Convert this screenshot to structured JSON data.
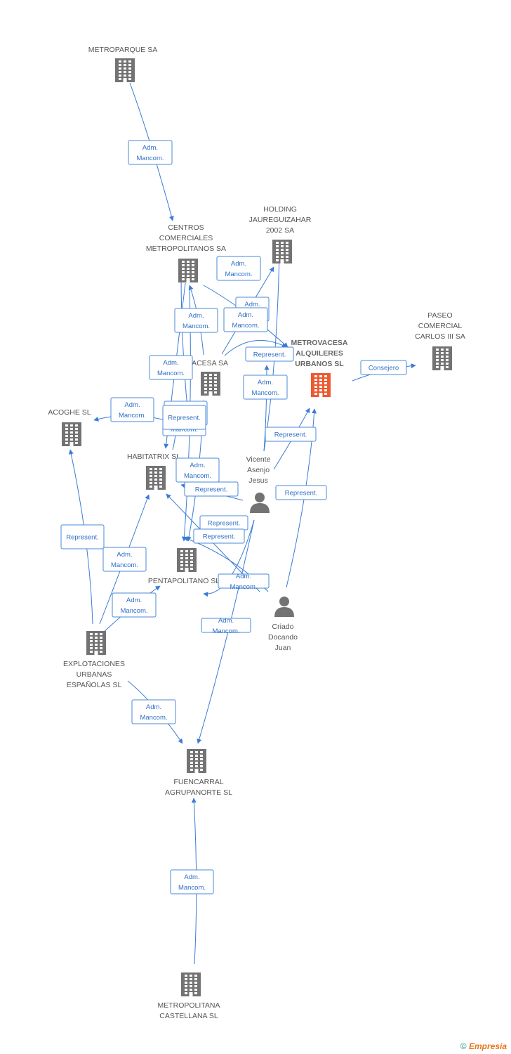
{
  "colors": {
    "edge": "#3a7bd5",
    "building": "#737373",
    "main_building": "#ee5a30",
    "person": "#737373"
  },
  "nodes": [
    {
      "id": "metroparque",
      "type": "company",
      "label": [
        "METROPARQUE SA"
      ]
    },
    {
      "id": "centros",
      "type": "company",
      "label": [
        "CENTROS",
        "COMERCIALES",
        "METROPOLITANOS SA"
      ]
    },
    {
      "id": "holding",
      "type": "company",
      "label": [
        "HOLDING",
        "JAUREGUIZAHAR",
        "2002 SA"
      ]
    },
    {
      "id": "paseo",
      "type": "company",
      "label": [
        "PASEO",
        "COMERCIAL",
        "CARLOS III SA"
      ]
    },
    {
      "id": "metrovacesa_alq",
      "type": "company",
      "main": true,
      "label": [
        "METROVACESA",
        "ALQUILERES",
        "URBANOS SL"
      ]
    },
    {
      "id": "metrovacesa",
      "type": "company",
      "label": [
        "METROVACESA SA"
      ]
    },
    {
      "id": "acoghe",
      "type": "company",
      "label": [
        "ACOGHE SL"
      ]
    },
    {
      "id": "habitatrix",
      "type": "company",
      "label": [
        "HABITATRIX SL"
      ]
    },
    {
      "id": "pentapolitano",
      "type": "company",
      "label": [
        "PENTAPOLITANO SL"
      ]
    },
    {
      "id": "vicente",
      "type": "person",
      "label": [
        "Vicente",
        "Asenjo",
        "Jesus"
      ]
    },
    {
      "id": "criado",
      "type": "person",
      "label": [
        "Criado",
        "Docando",
        "Juan"
      ]
    },
    {
      "id": "explotaciones",
      "type": "company",
      "label": [
        "EXPLOTACIONES",
        "URBANAS",
        "ESPAÑOLAS SL"
      ]
    },
    {
      "id": "fuencarral",
      "type": "company",
      "label": [
        "FUENCARRAL",
        "AGRUPANORTE SL"
      ]
    },
    {
      "id": "metropolitana",
      "type": "company",
      "label": [
        "METROPOLITANA",
        "CASTELLANA SL"
      ]
    }
  ],
  "edges": [
    {
      "label": [
        "Adm.",
        "Mancom."
      ]
    },
    {
      "label": [
        "Adm.",
        "Mancom."
      ]
    },
    {
      "label": [
        "Adm.",
        "Mancom."
      ]
    },
    {
      "label": [
        "Adm.",
        "Mancom."
      ]
    },
    {
      "label": [
        "Adm.",
        "Mancom."
      ]
    },
    {
      "label": [
        "Adm.",
        "Mancom."
      ]
    },
    {
      "label": [
        "Represent."
      ]
    },
    {
      "label": [
        "Adm.",
        "Mancom."
      ]
    },
    {
      "label": [
        "Consejero"
      ]
    },
    {
      "label": [
        "Adm.",
        "Mancom."
      ]
    },
    {
      "label": [
        "Adm.",
        "Mancom."
      ]
    },
    {
      "label": [
        "Adm.",
        "Mancom."
      ]
    },
    {
      "label": [
        "Adm.",
        "Mancom."
      ]
    },
    {
      "label": [
        "Adm.",
        "Mancom."
      ]
    },
    {
      "label": [
        "Represent."
      ]
    },
    {
      "label": [
        "Adm.",
        "Mancom."
      ]
    },
    {
      "label": [
        "Represent."
      ]
    },
    {
      "label": [
        "Represent."
      ]
    },
    {
      "label": [
        "Represent."
      ]
    },
    {
      "label": [
        "Represent."
      ]
    },
    {
      "label": [
        "Represent."
      ]
    },
    {
      "label": [
        "Adm.",
        "Mancom."
      ]
    },
    {
      "label": [
        "Adm.",
        "Mancom."
      ]
    },
    {
      "label": [
        "Adm.",
        "Mancom."
      ]
    },
    {
      "label": [
        "Adm.",
        "Mancom."
      ]
    },
    {
      "label": [
        "Represent."
      ]
    },
    {
      "label": [
        "Adm.",
        "Mancom."
      ]
    }
  ],
  "footer": {
    "copyright": "©",
    "brand": "Empresia"
  }
}
